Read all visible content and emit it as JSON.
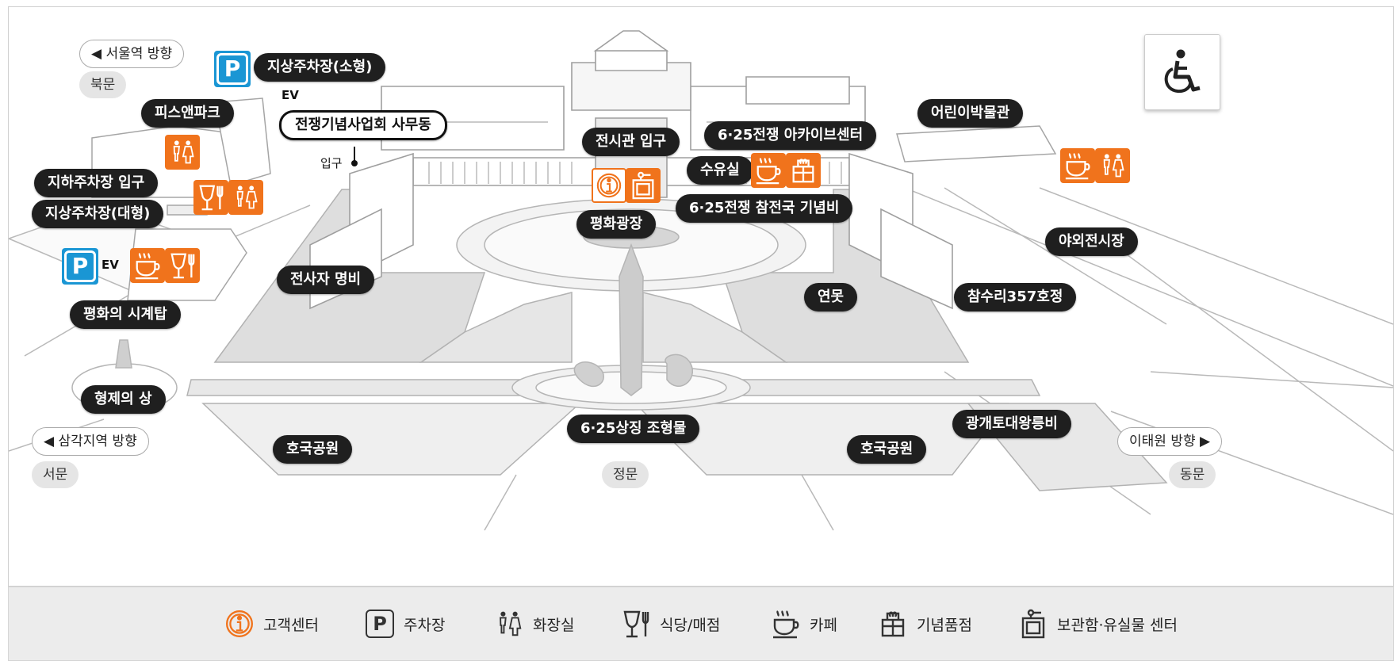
{
  "labels": {
    "seoul_station_dir": "◀ 서울역 방향",
    "north_gate": "북문",
    "ground_parking_small": "지상주차장(소형)",
    "ev_top": "EV",
    "peace_park": "피스앤파크",
    "war_memorial_office": "전쟁기념사업회 사무동",
    "entrance": "입구",
    "underground_parking_entrance": "지하주차장 입구",
    "ground_parking_large": "지상주차장(대형)",
    "ev_left": "EV",
    "peace_clock_tower": "평화의 시계탑",
    "brothers_statue": "형제의 상",
    "samgak_dir": "◀ 삼각지역 방향",
    "west_gate": "서문",
    "exhibition_entrance": "전시관 입구",
    "archive_center": "6·25전쟁 아카이브센터",
    "nursing_room": "수유실",
    "participant_memorial": "6·25전쟁 참전국 기념비",
    "peace_plaza": "평화광장",
    "childrens_museum": "어린이박물관",
    "outdoor_exhibition": "야외전시장",
    "war_dead_monument": "전사자 명비",
    "pond": "연못",
    "chamsuri": "참수리357호정",
    "hoguk_park_left": "호국공원",
    "symbol_sculpture": "6·25상징 조형물",
    "main_gate": "정문",
    "hoguk_park_right": "호국공원",
    "gwanggaeto": "광개토대왕릉비",
    "itaewon_dir": "이태원 방향 ▶",
    "east_gate": "동문"
  },
  "legend": [
    {
      "icon": "info-icon",
      "label": "고객센터"
    },
    {
      "icon": "parking-icon",
      "label": "주차장"
    },
    {
      "icon": "restroom-icon",
      "label": "화장실"
    },
    {
      "icon": "restaurant-icon",
      "label": "식당/매점"
    },
    {
      "icon": "cafe-icon",
      "label": "카페"
    },
    {
      "icon": "gift-icon",
      "label": "기념품점"
    },
    {
      "icon": "locker-icon",
      "label": "보관함·유실물 센터"
    }
  ],
  "parking_letter": "P",
  "accessibility": {
    "icon": "wheelchair-icon"
  },
  "colors": {
    "amenity": "#f0731c",
    "parking": "#1a96d4",
    "label_bg": "#1f1f1f",
    "gate_bg": "#e5e5e5"
  }
}
